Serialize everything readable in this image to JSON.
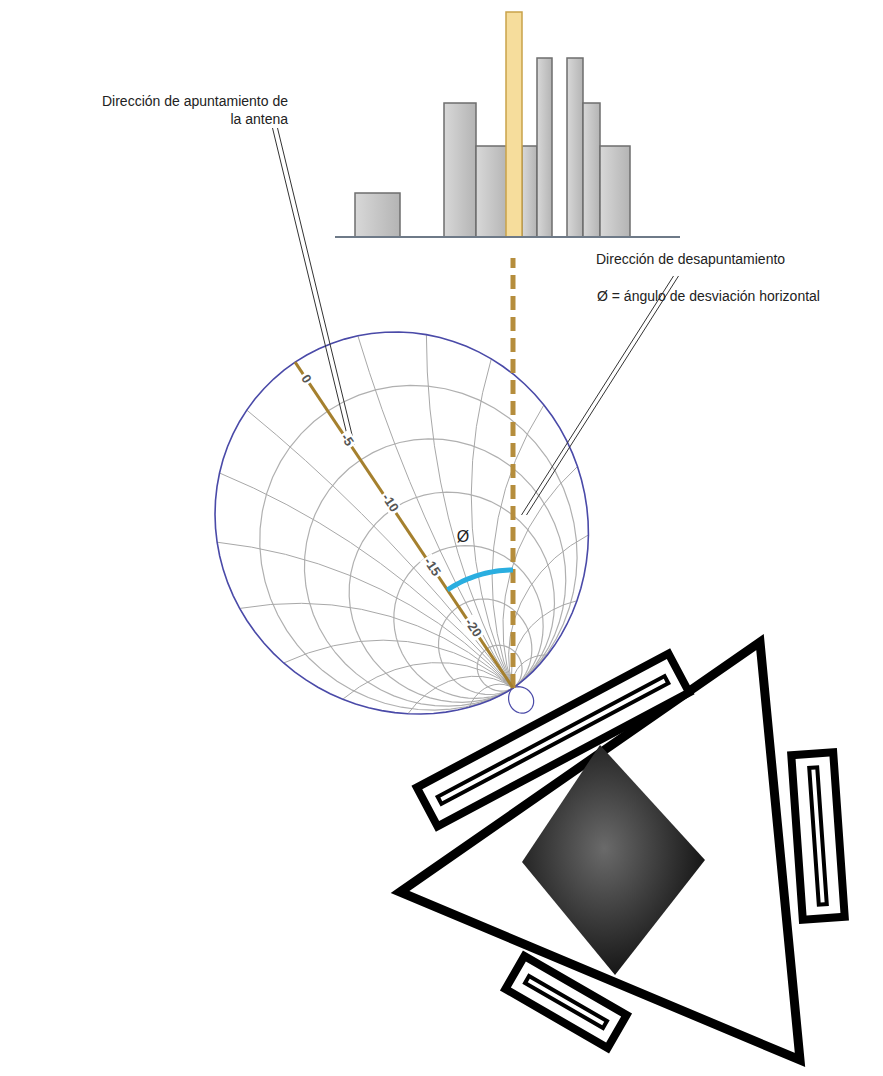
{
  "diagram": {
    "labels": [
      "Ø = ángulo de desviación horizontal",
      "Dirección de apuntamiento de la antena",
      "Dirección de desapuntamiento",
      "Ø",
      "0",
      "-5",
      "-10",
      "-15",
      "-20"
    ]
  }
}
